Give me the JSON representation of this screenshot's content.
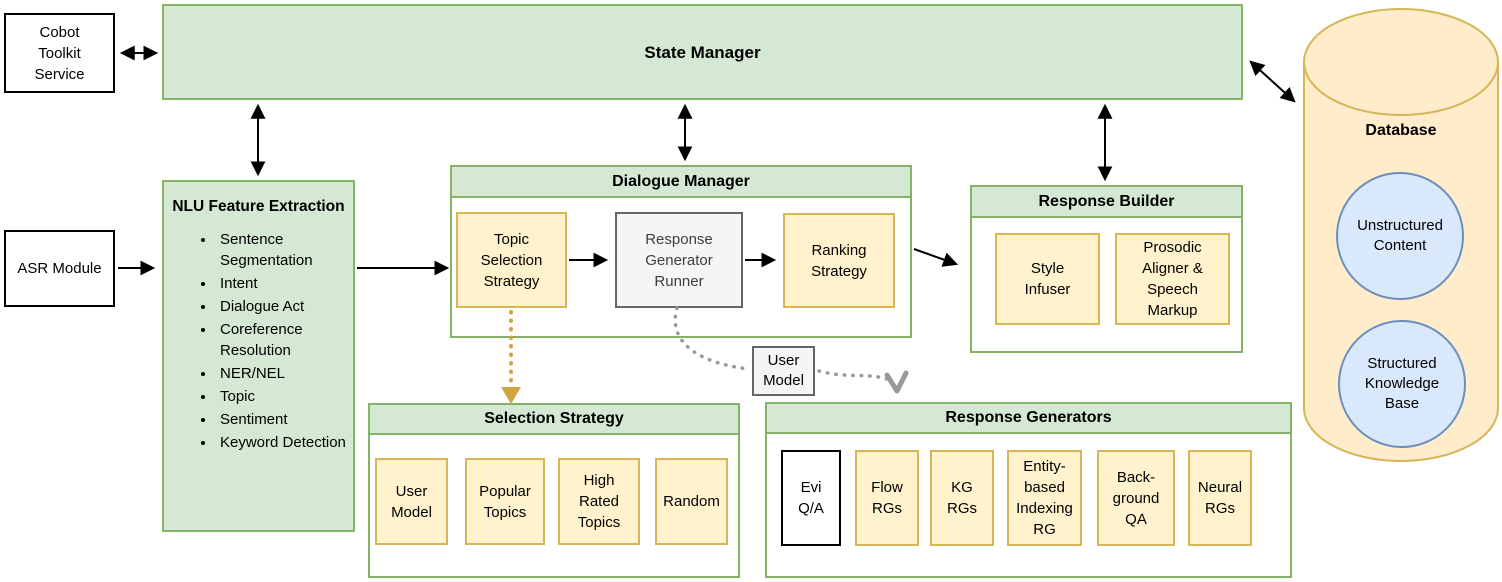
{
  "colors": {
    "green_fill": "#d5e8d4",
    "green_border": "#82b366",
    "yellow_fill": "#fff2cc",
    "yellow_border": "#d6b656",
    "gray_fill": "#f5f5f5",
    "gray_border": "#666666",
    "blue_fill": "#dae8fc",
    "blue_border": "#6c8ebf",
    "database_fill": "#ffeccb",
    "database_border": "#d6b656",
    "arrow_black": "#000000",
    "dotted_yellow": "#d0a541",
    "dotted_gray": "#999999"
  },
  "nodes": {
    "cobot": {
      "label": "Cobot Toolkit Service"
    },
    "state_manager": {
      "label": "State Manager"
    },
    "asr": {
      "label": "ASR Module"
    },
    "nlu": {
      "title": "NLU Feature Extraction",
      "features": [
        "Sentence Segmentation",
        "Intent",
        "Dialogue Act",
        "Coreference Resolution",
        "NER/NEL",
        "Topic",
        "Sentiment",
        "Keyword Detection"
      ]
    },
    "dialogue_manager": {
      "title": "Dialogue Manager",
      "topic_selection": "Topic Selection Strategy",
      "rg_runner": "Response Generator Runner",
      "ranking": "Ranking Strategy"
    },
    "response_builder": {
      "title": "Response Builder",
      "style_infuser": "Style Infuser",
      "prosodic": "Prosodic Aligner & Speech Markup"
    },
    "selection_strategy": {
      "title": "Selection Strategy",
      "items": [
        {
          "label": "User Model"
        },
        {
          "label": "Popular Topics"
        },
        {
          "label": "High Rated Topics"
        },
        {
          "label": "Random"
        }
      ]
    },
    "response_generators": {
      "title": "Response Generators",
      "items": [
        {
          "label": "Evi Q/A"
        },
        {
          "label": "Flow RGs"
        },
        {
          "label": "KG RGs"
        },
        {
          "label": "Entity-based Indexing RG"
        },
        {
          "label": "Back-ground QA"
        },
        {
          "label": "Neural RGs"
        }
      ]
    },
    "user_model_tag": {
      "label": "User Model"
    },
    "database": {
      "title": "Database",
      "unstructured": "Unstructured Content",
      "structured": "Structured Knowledge Base"
    }
  }
}
